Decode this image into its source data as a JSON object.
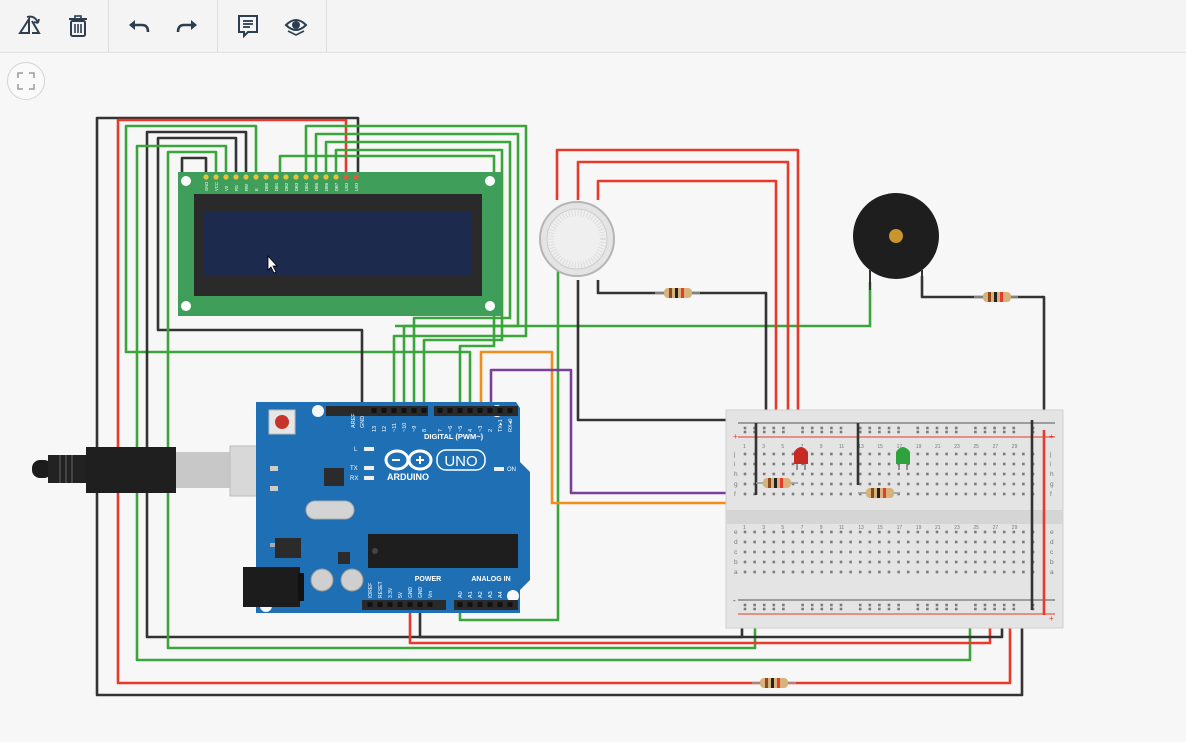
{
  "toolbar": {
    "icons": [
      "rotate-icon",
      "trash-icon",
      "undo-icon",
      "redo-icon",
      "notes-icon",
      "visibility-icon"
    ]
  },
  "arduino": {
    "brand": "ARDUINO",
    "model": "UNO",
    "digital_label": "DIGITAL (PWM~)",
    "power_label": "POWER",
    "analog_label": "ANALOG IN",
    "on_label": "ON",
    "l_label": "L",
    "tx_label": "TX",
    "rx_label": "RX",
    "aref_label": "AREF",
    "gnd_label": "GND",
    "digital_pins": [
      "13",
      "12",
      "~11",
      "~10",
      "~9",
      "8",
      "7",
      "~6",
      "~5",
      "4",
      "~3",
      "2",
      "TX▸1",
      "RX◂0"
    ],
    "power_pins": [
      "IOREF",
      "RESET",
      "3.3V",
      "5V",
      "GND",
      "GND",
      "Vin"
    ],
    "analog_pins": [
      "A0",
      "A1",
      "A2",
      "A3",
      "A4",
      "A5"
    ]
  },
  "lcd": {
    "pin_labels": [
      "GND",
      "VCC",
      "V0",
      "RS",
      "RW",
      "E",
      "DB0",
      "DB1",
      "DB2",
      "DB3",
      "DB4",
      "DB5",
      "DB6",
      "DB7",
      "LED",
      "LED"
    ]
  },
  "breadboard": {
    "row_letters_top": [
      "j",
      "i",
      "h",
      "g",
      "f"
    ],
    "row_letters_bottom": [
      "e",
      "d",
      "c",
      "b",
      "a"
    ],
    "column_numbers": [
      "1",
      "3",
      "5",
      "7",
      "9",
      "11",
      "13",
      "15",
      "17",
      "19",
      "21",
      "23",
      "25",
      "27",
      "29"
    ],
    "rail_plus": "+",
    "rail_minus": "-"
  },
  "colors": {
    "wire_green": "#3aa53a",
    "wire_red": "#e8392b",
    "wire_black": "#333333",
    "wire_orange": "#f28c1a",
    "wire_purple": "#7a3e9c",
    "arduino_blue": "#1f6fb5",
    "lcd_green": "#3f9e5a",
    "lcd_screen": "#1c2a4d",
    "led_red": "#c62a22",
    "led_green": "#2ea33b"
  }
}
